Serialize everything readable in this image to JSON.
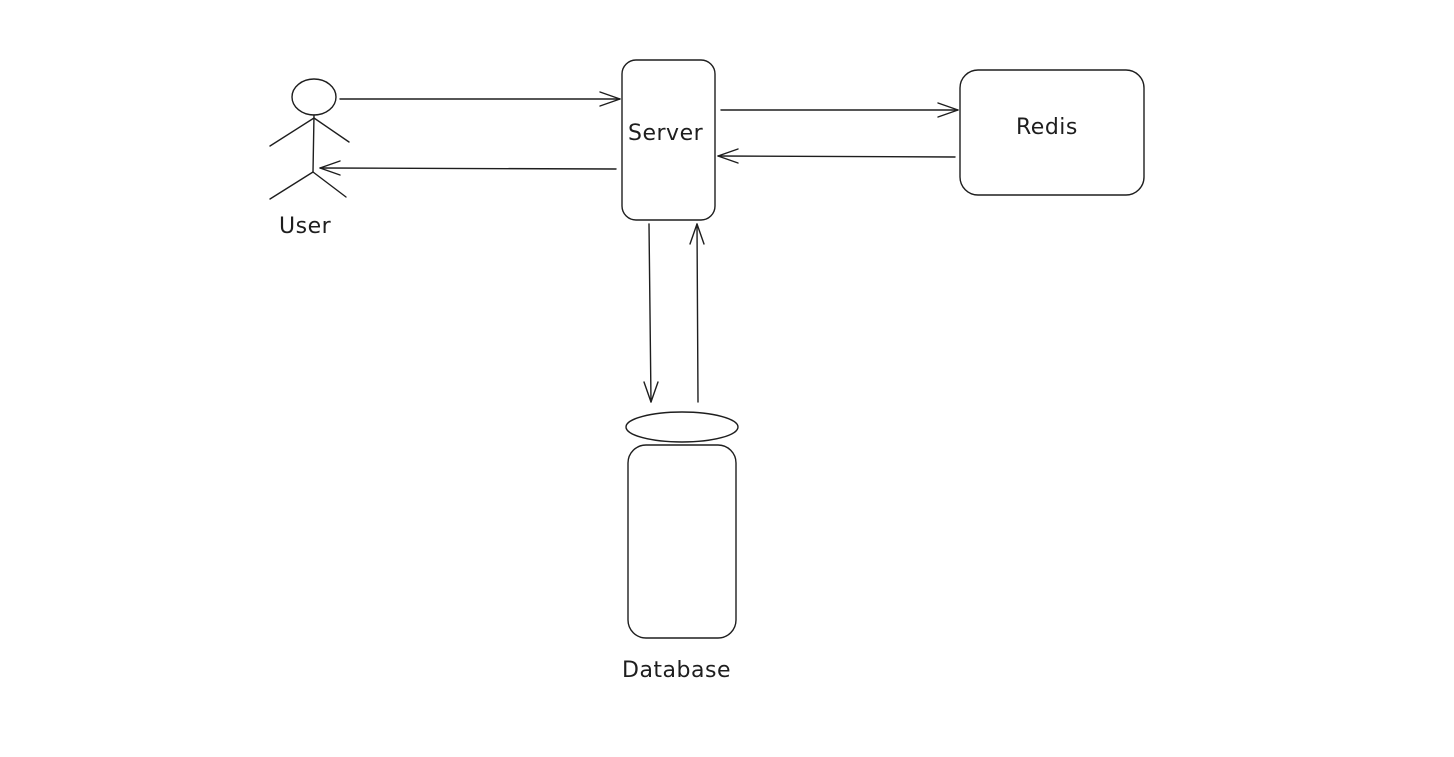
{
  "nodes": {
    "user": {
      "label": "User",
      "shape": "stick-figure-icon"
    },
    "server": {
      "label": "Server",
      "shape": "rounded-rectangle"
    },
    "redis": {
      "label": "Redis",
      "shape": "rounded-rectangle"
    },
    "database": {
      "label": "Database",
      "shape": "cylinder"
    }
  },
  "edges": [
    {
      "from": "user",
      "to": "server"
    },
    {
      "from": "server",
      "to": "user"
    },
    {
      "from": "server",
      "to": "redis"
    },
    {
      "from": "redis",
      "to": "server"
    },
    {
      "from": "server",
      "to": "database"
    },
    {
      "from": "database",
      "to": "server"
    }
  ],
  "colors": {
    "stroke": "#1e1e1e",
    "background": "#ffffff"
  }
}
